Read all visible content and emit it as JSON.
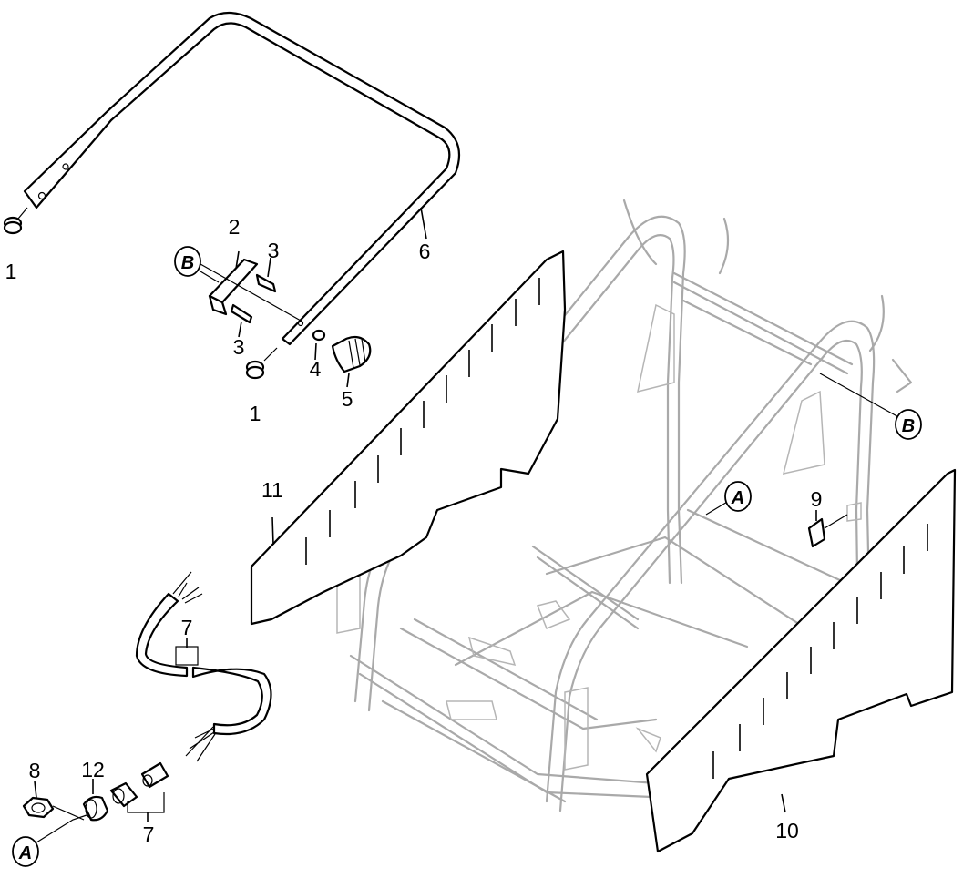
{
  "diagram": {
    "callouts": [
      {
        "id": "c1a",
        "text": "1"
      },
      {
        "id": "c1b",
        "text": "1"
      },
      {
        "id": "c2",
        "text": "2"
      },
      {
        "id": "c3a",
        "text": "3"
      },
      {
        "id": "c3b",
        "text": "3"
      },
      {
        "id": "c4",
        "text": "4"
      },
      {
        "id": "c5",
        "text": "5"
      },
      {
        "id": "c6",
        "text": "6"
      },
      {
        "id": "c7a",
        "text": "7"
      },
      {
        "id": "c7b",
        "text": "7"
      },
      {
        "id": "c8",
        "text": "8"
      },
      {
        "id": "c9",
        "text": "9"
      },
      {
        "id": "c10",
        "text": "10"
      },
      {
        "id": "c11",
        "text": "11"
      },
      {
        "id": "c12",
        "text": "12"
      }
    ],
    "references": [
      {
        "id": "refA1",
        "text": "A"
      },
      {
        "id": "refA2",
        "text": "A"
      },
      {
        "id": "refB1",
        "text": "B"
      },
      {
        "id": "refB2",
        "text": "B"
      }
    ]
  }
}
